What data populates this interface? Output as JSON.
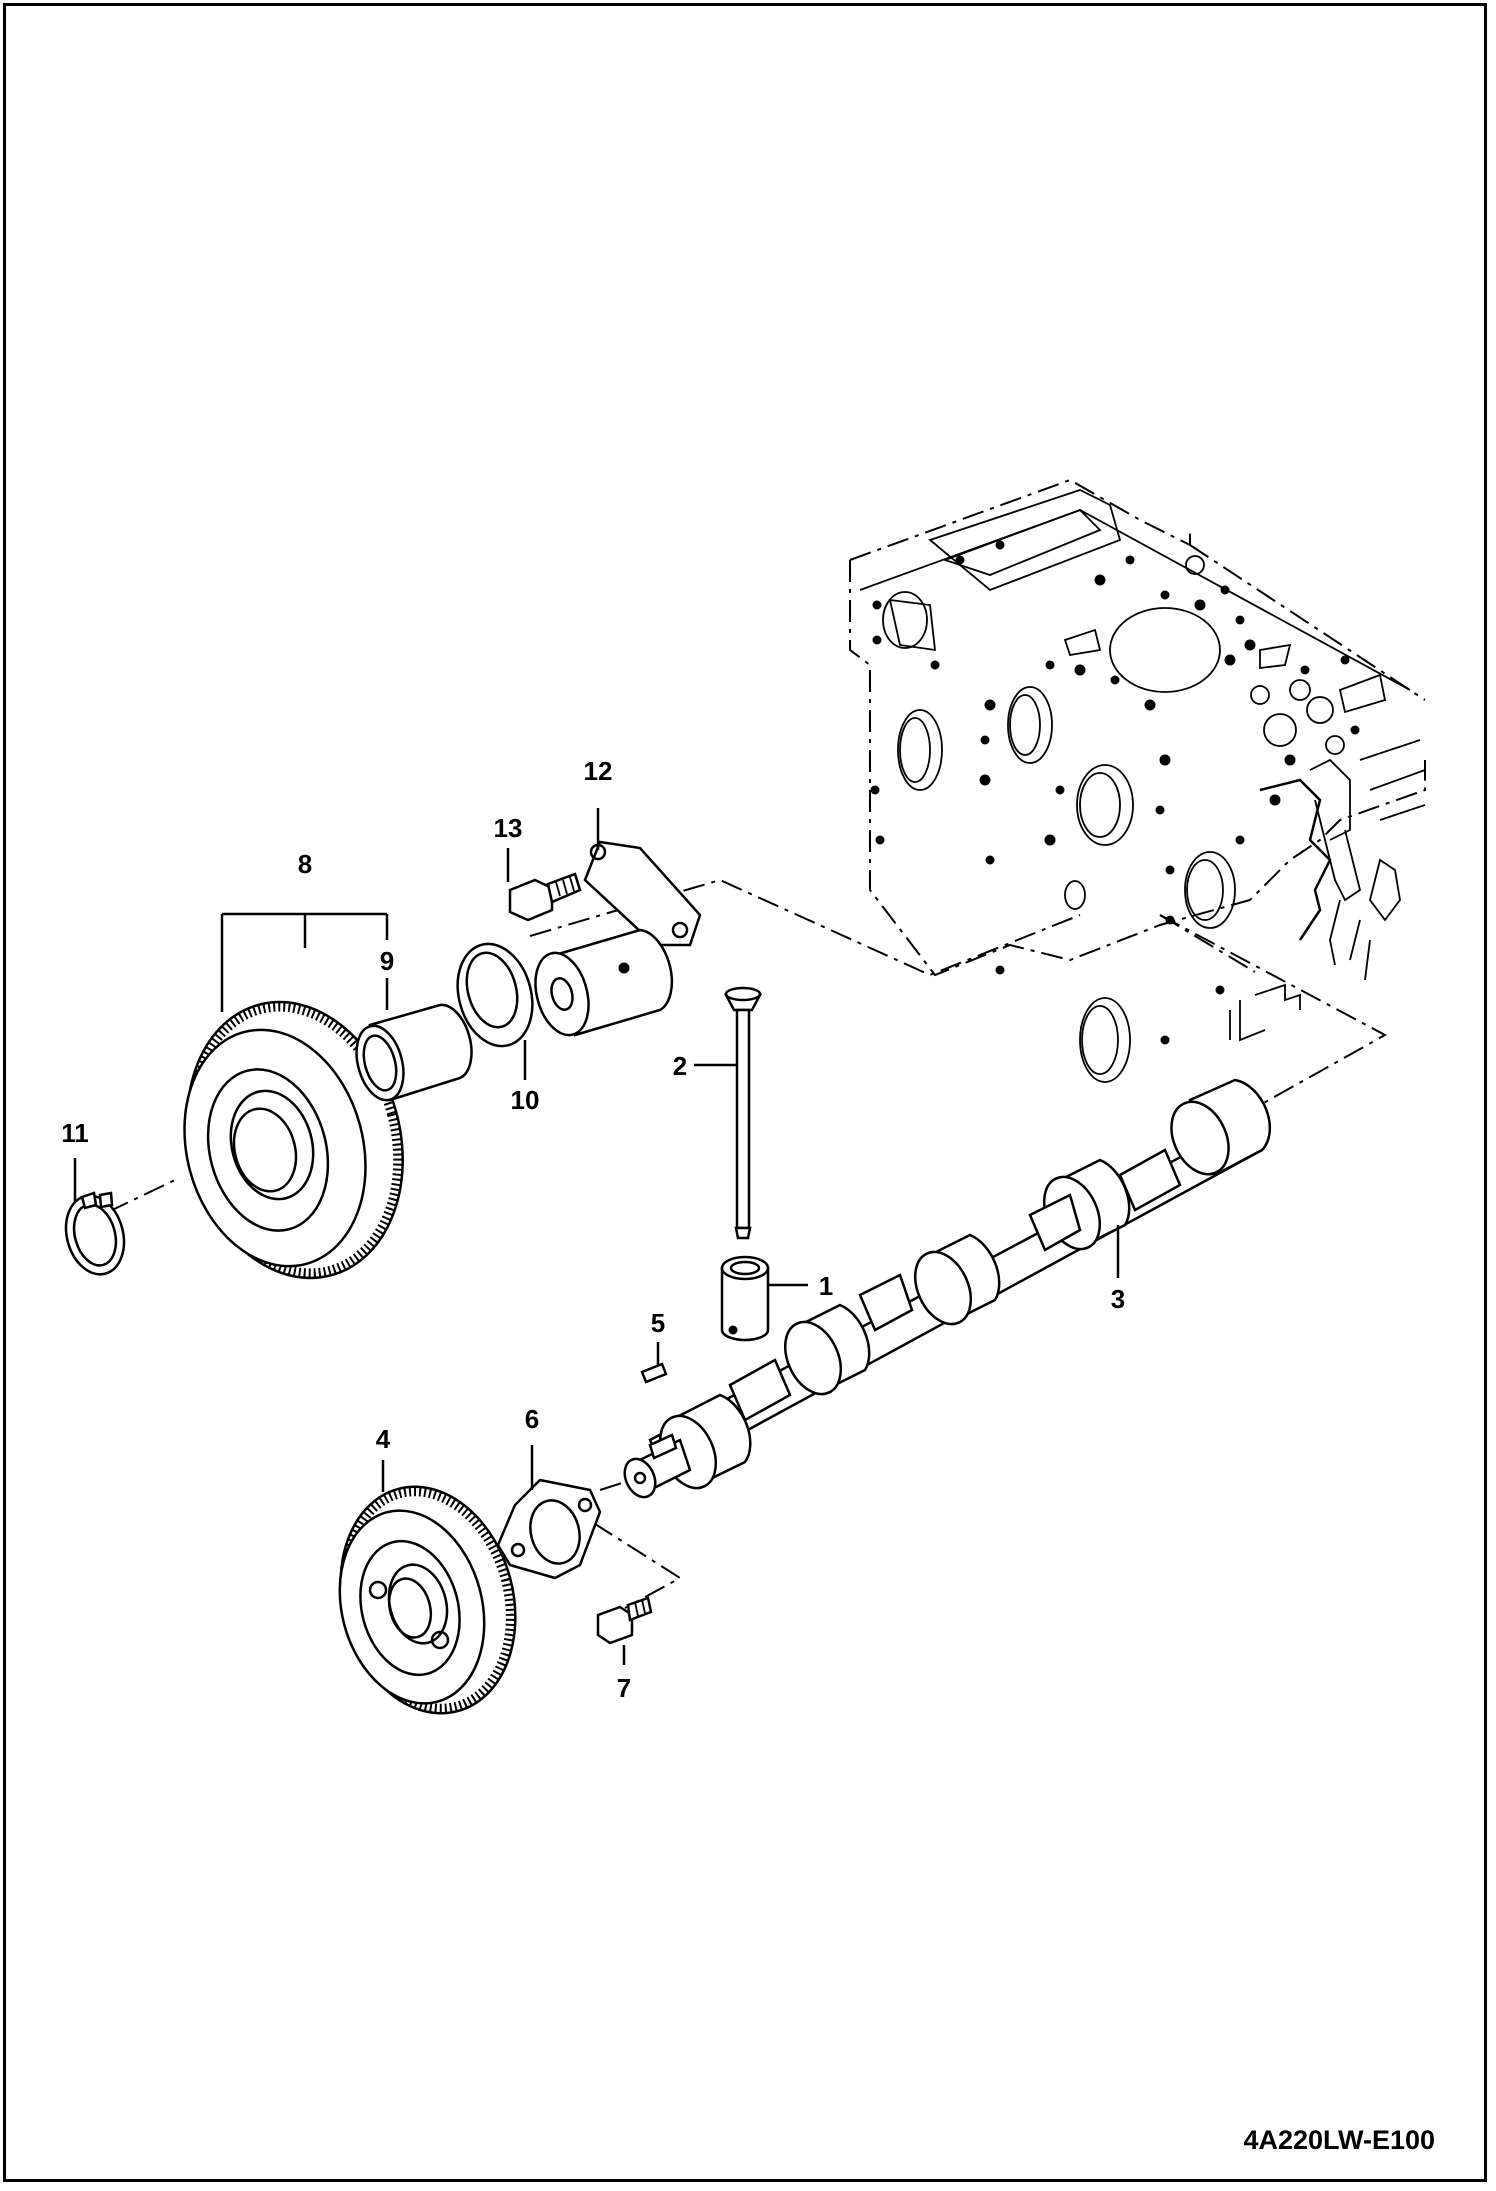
{
  "diagram": {
    "doc_id": "4A220LW-E100",
    "callouts": [
      {
        "label": "1"
      },
      {
        "label": "2"
      },
      {
        "label": "3"
      },
      {
        "label": "4"
      },
      {
        "label": "5"
      },
      {
        "label": "6"
      },
      {
        "label": "7"
      },
      {
        "label": "8"
      },
      {
        "label": "9"
      },
      {
        "label": "10"
      },
      {
        "label": "11"
      },
      {
        "label": "12"
      },
      {
        "label": "13"
      }
    ]
  }
}
